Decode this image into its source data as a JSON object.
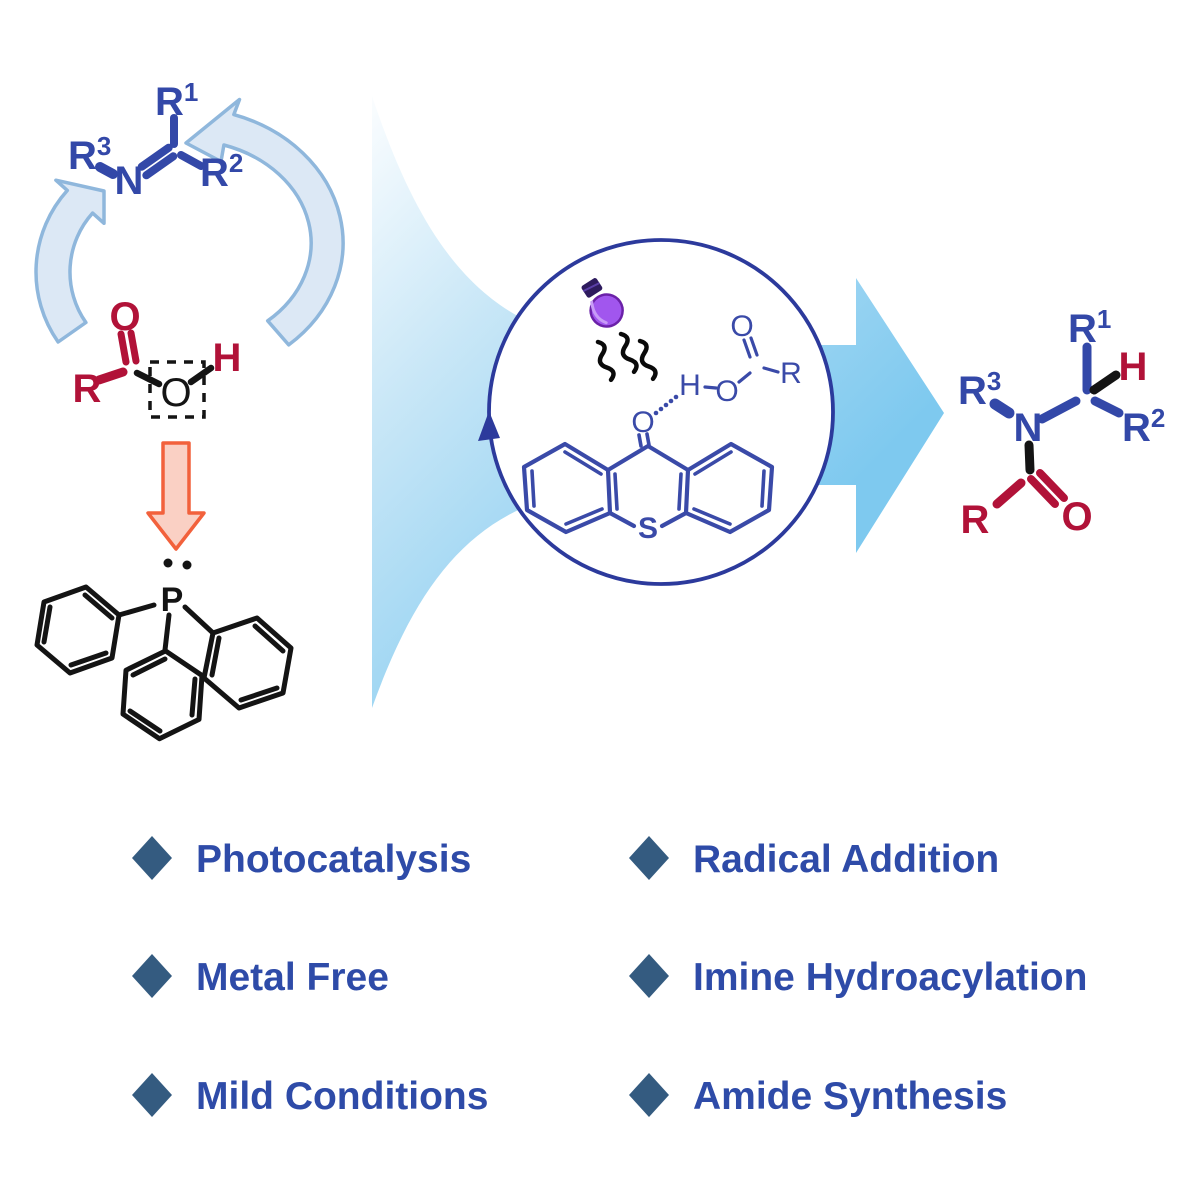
{
  "scheme": {
    "cycle": {
      "imine": {
        "r1": "R",
        "r1_sup": "1",
        "r2": "R",
        "r2_sup": "2",
        "r3": "R",
        "r3_sup": "3",
        "n": "N"
      },
      "acid": {
        "o": "O",
        "r": "R",
        "o_center": "O",
        "h": "H"
      }
    },
    "phosphine": {
      "p": "P"
    },
    "catalyst_circle": {
      "acid": {
        "o_top": "O",
        "r": "R",
        "o_hydroxyl": "O",
        "h": "H"
      },
      "thioxanthone": {
        "o": "O",
        "s": "S"
      }
    },
    "product": {
      "r1": "R",
      "r1_sup": "1",
      "r2": "R",
      "r2_sup": "2",
      "r3": "R",
      "r3_sup": "3",
      "n": "N",
      "h": "H",
      "r": "R",
      "o": "O"
    }
  },
  "features": {
    "col1": [
      "Photocatalysis",
      "Metal Free",
      "Mild Conditions"
    ],
    "col2": [
      "Radical Addition",
      "Imine Hydroacylation",
      "Amide Synthesis"
    ]
  },
  "colors": {
    "structure_blue": "#3348A8",
    "structure_red": "#B11238",
    "structure_black": "#141414",
    "cycle_arrow_fill": "#DCE8F5",
    "cycle_arrow_stroke": "#8FB7DC",
    "flow_arrow_blue": "#7EC9EF",
    "orange_arrow_stroke": "#F2613C",
    "orange_arrow_fill": "#FAD0C4",
    "catalyst_circle_stroke": "#2C3A9C",
    "bulb_purple": "#A156EE",
    "bulb_cap_indigo": "#2E1B5E",
    "feature_text_blue": "#2E4BA8",
    "diamond_bullet": "#345B80"
  }
}
